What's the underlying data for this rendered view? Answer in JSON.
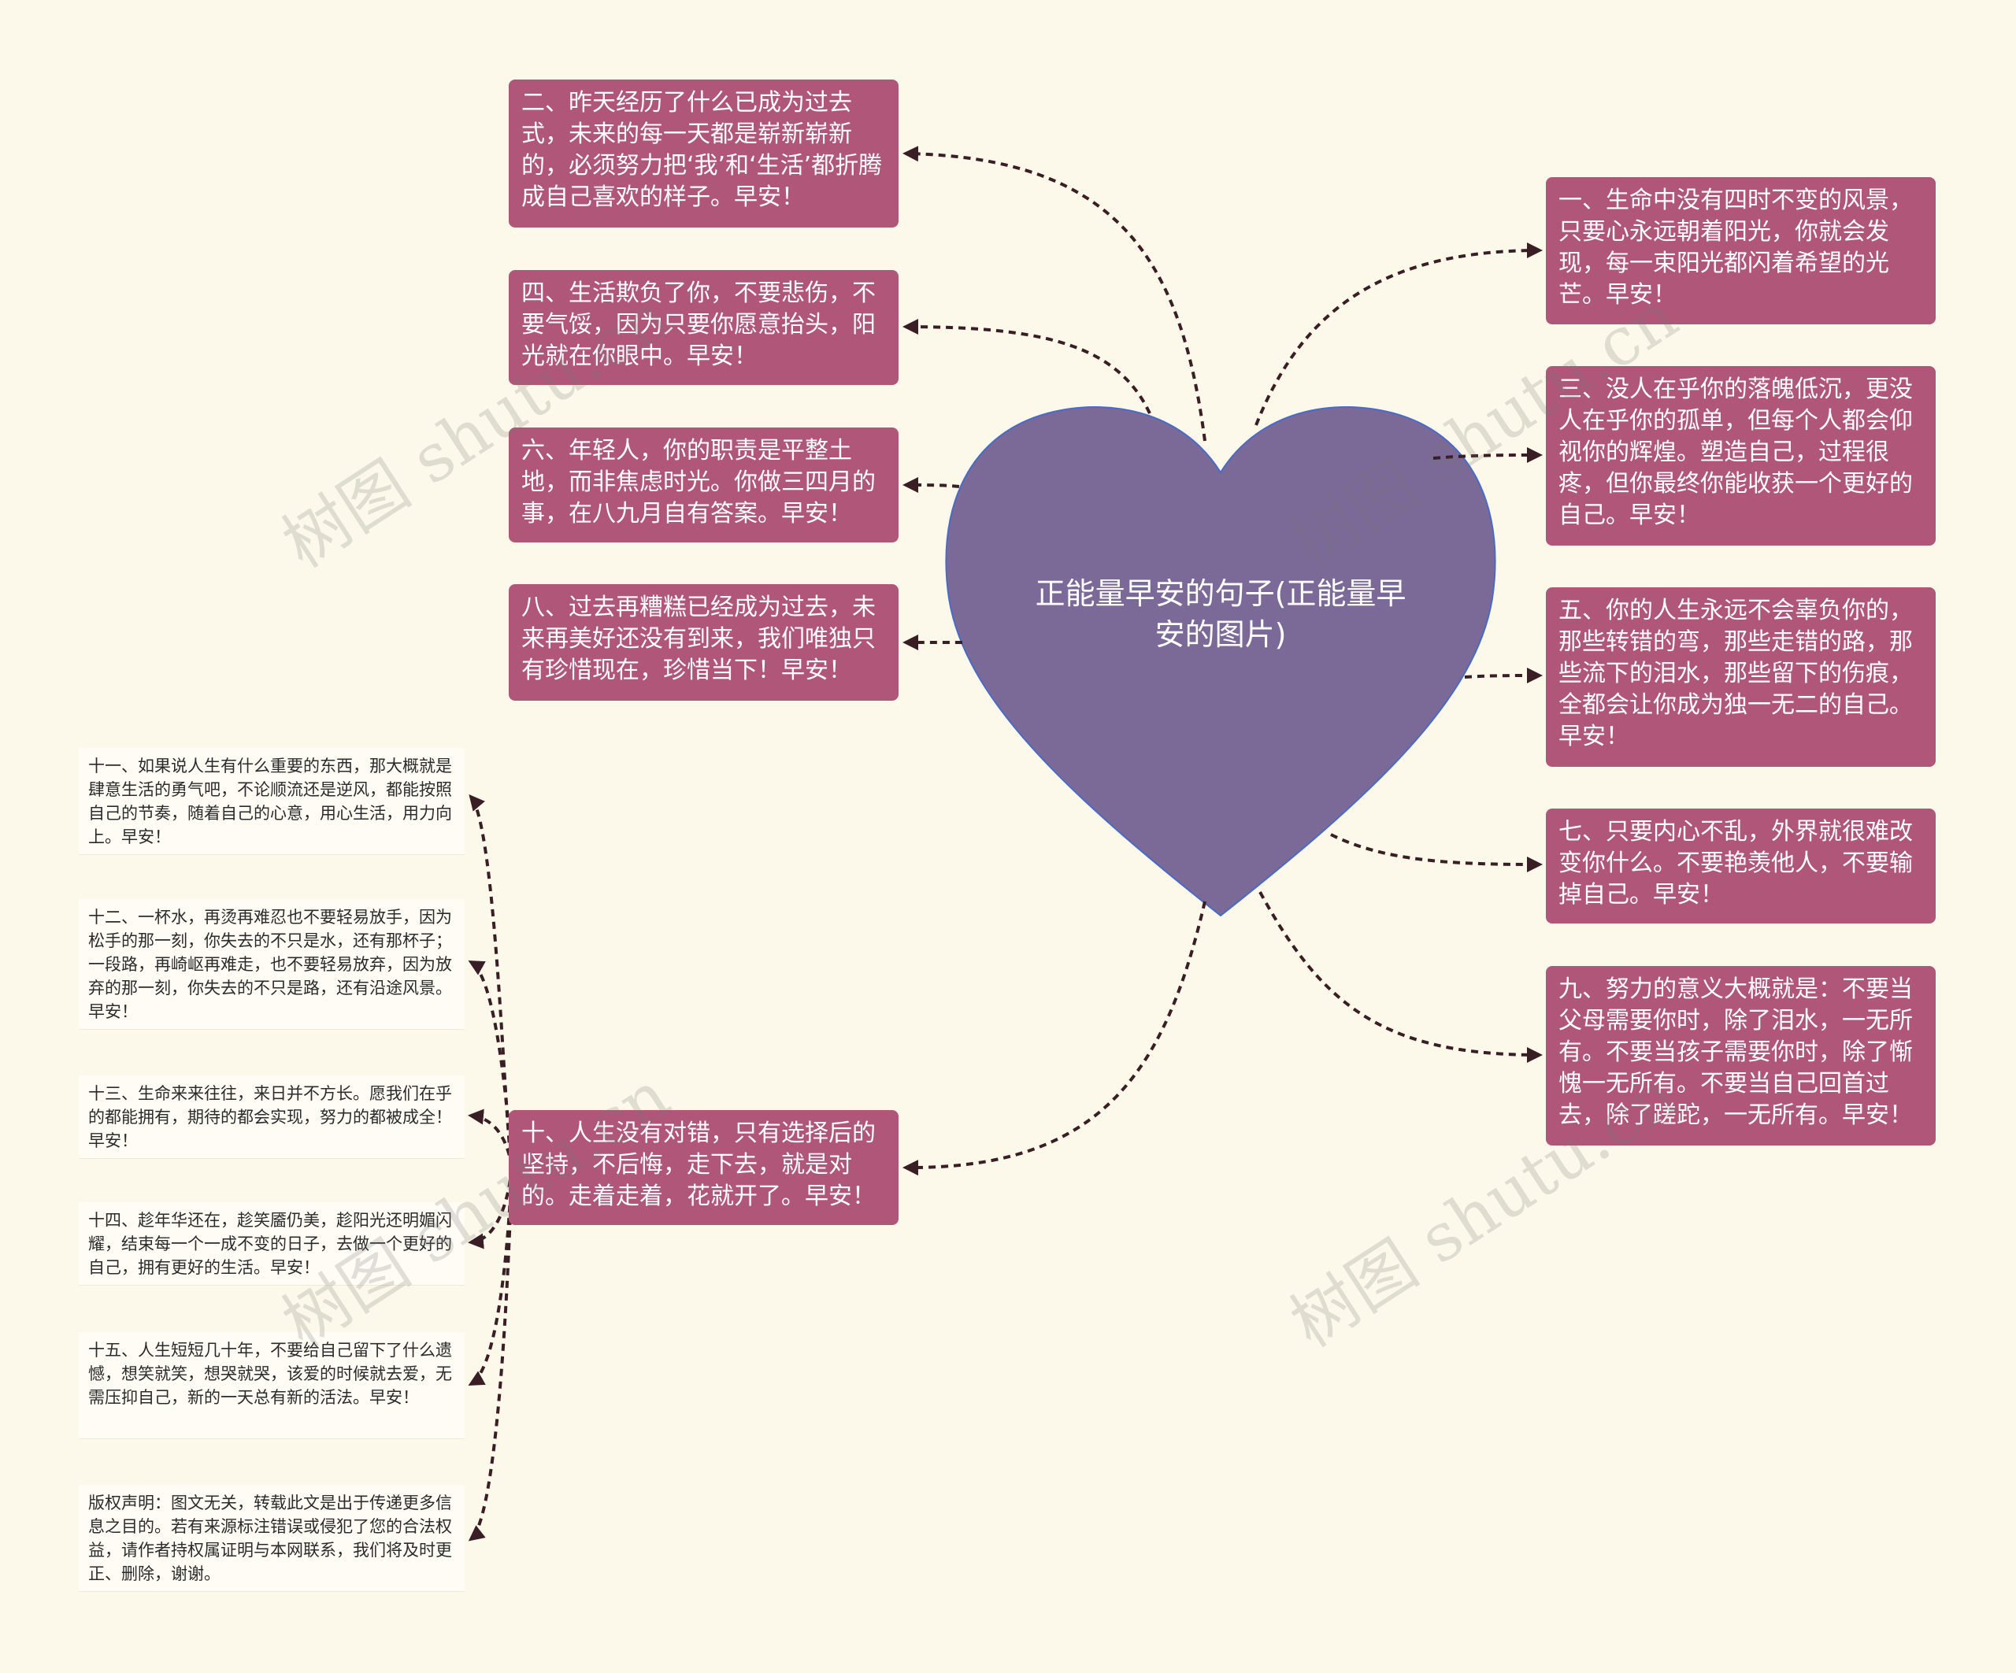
{
  "center": {
    "title": "正能量早安的句子(正能量早安的图片)"
  },
  "cards": {
    "c2": "二、昨天经历了什么已成为过去式，未来的每一天都是崭新崭新的，必须努力把‘我’和‘生活’都折腾成自己喜欢的样子。早安！",
    "c4": "四、生活欺负了你，不要悲伤，不要气馁，因为只要你愿意抬头，阳光就在你眼中。早安！",
    "c6": "六、年轻人，你的职责是平整土地，而非焦虑时光。你做三四月的事，在八九月自有答案。早安！",
    "c8": "八、过去再糟糕已经成为过去，未来再美好还没有到来，我们唯独只有珍惜现在，珍惜当下！早安！",
    "c10": "十、人生没有对错，只有选择后的坚持，不后悔，走下去，就是对的。走着走着，花就开了。早安！",
    "c1": "一、生命中没有四时不变的风景，只要心永远朝着阳光，你就会发现，每一束阳光都闪着希望的光芒。早安！",
    "c3": "三、没人在乎你的落魄低沉，更没人在乎你的孤单，但每个人都会仰视你的辉煌。塑造自己，过程很疼，但你最终你能收获一个更好的自己。早安！",
    "c5": "五、你的人生永远不会辜负你的，那些转错的弯，那些走错的路，那些流下的泪水，那些留下的伤痕，全都会让你成为独一无二的自己。早安！",
    "c7": "七、只要内心不乱，外界就很难改变你什么。不要艳羡他人，不要输掉自己。早安！",
    "c9": "九、努力的意义大概就是：不要当父母需要你时，除了泪水，一无所有。不要当孩子需要你时，除了惭愧一无所有。不要当自己回首过去，除了蹉跎，一无所有。早安！"
  },
  "notes": {
    "n11": "十一、如果说人生有什么重要的东西，那大概就是肆意生活的勇气吧，不论顺流还是逆风，都能按照自己的节奏，随着自己的心意，用心生活，用力向上。早安！",
    "n12": "十二、一杯水，再烫再难忍也不要轻易放手，因为松手的那一刻，你失去的不只是水，还有那杯子；一段路，再崎岖再难走，也不要轻易放弃，因为放弃的那一刻，你失去的不只是路，还有沿途风景。早安！",
    "n13": "十三、生命来来往往，来日并不方长。愿我们在乎的都能拥有，期待的都会实现，努力的都被成全！早安！",
    "n14": "十四、趁年华还在，趁笑靥仍美，趁阳光还明媚闪耀，结束每一个一成不变的日子，去做一个更好的自己，拥有更好的生活。早安！",
    "n15": "十五、人生短短几十年，不要给自己留下了什么遗憾，想笑就笑，想哭就哭，该爱的时候就去爱，无需压抑自己，新的一天总有新的活法。早安！",
    "copyright": "版权声明：图文无关，转载此文是出于传递更多信息之目的。若有来源标注错误或侵犯了您的合法权益，请作者持权属证明与本网联系，我们将及时更正、删除，谢谢。"
  },
  "watermark": "树图 shutu.cn",
  "colors": {
    "background": "#fdf9ea",
    "heart": "#7b6998",
    "heart_stroke": "#4a6bc4",
    "card": "#b05779",
    "connector": "#3a1e26"
  }
}
